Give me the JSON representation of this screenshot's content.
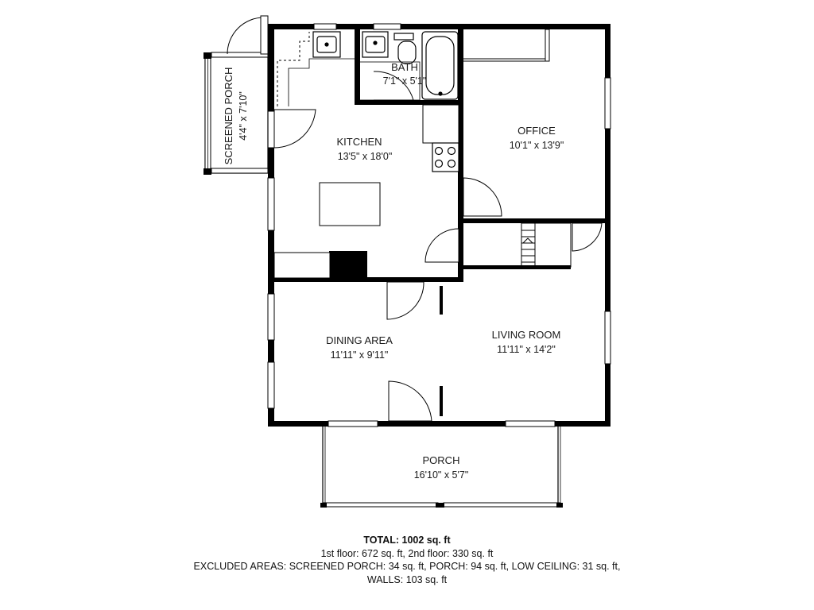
{
  "rooms": {
    "bath": {
      "name": "BATH",
      "dims": "7'1\" x 5'1\""
    },
    "kitchen": {
      "name": "KITCHEN",
      "dims": "13'5\" x 18'0\""
    },
    "office": {
      "name": "OFFICE",
      "dims": "10'1\" x 13'9\""
    },
    "screened_porch": {
      "name": "SCREENED PORCH",
      "dims": "4'4\" x 7'10\""
    },
    "dining_area": {
      "name": "DINING AREA",
      "dims": "11'11\" x 9'11\""
    },
    "living_room": {
      "name": "LIVING ROOM",
      "dims": "11'11\" x 14'2\""
    },
    "porch": {
      "name": "PORCH",
      "dims": "16'10\" x 5'7\""
    }
  },
  "summary": {
    "total": "TOTAL: 1002 sq. ft",
    "floors": "1st floor: 672 sq. ft, 2nd floor: 330 sq. ft",
    "excluded_line1": "EXCLUDED AREAS: SCREENED PORCH: 34 sq. ft, PORCH: 94 sq. ft, LOW CEILING: 31 sq. ft,",
    "excluded_line2": "WALLS: 103 sq. ft"
  }
}
